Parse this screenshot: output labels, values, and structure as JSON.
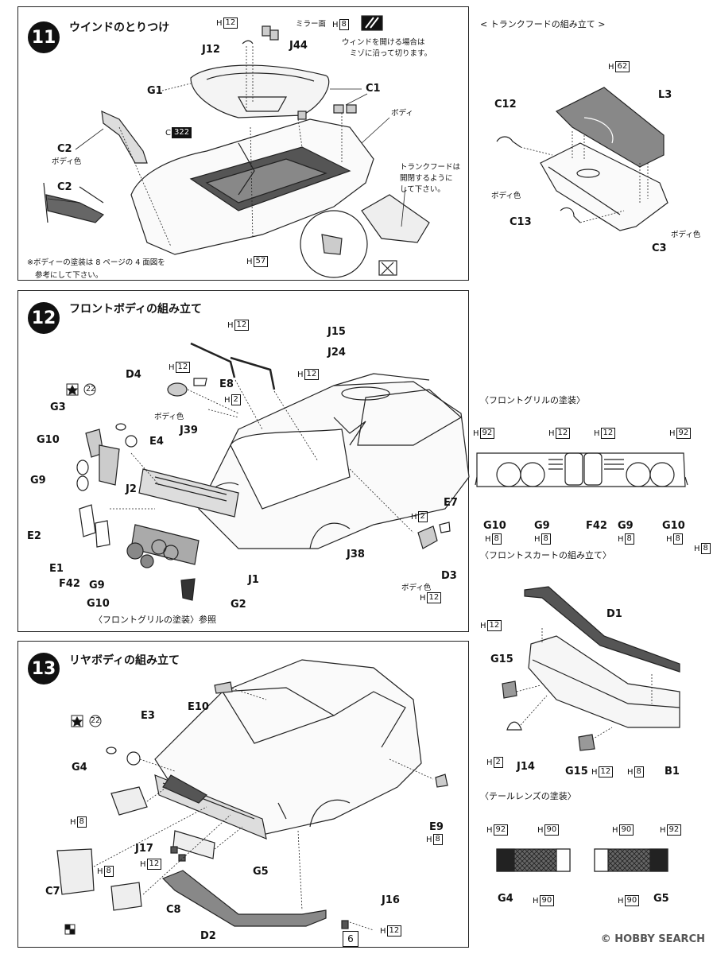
{
  "step11": {
    "num": "11",
    "title": "ウインドのとりつけ",
    "notes": {
      "mirror": "ミラー面",
      "window1": "ウィンドを開ける場合は",
      "window2": "ミゾに沿って切ります。",
      "body": "ボディ",
      "trunk1": "トランクフードは",
      "trunk2": "開閉するように",
      "trunk3": "して下さい。",
      "bodycolor": "ボディ色",
      "foot1": "※ボディーの塗装は 8 ページの 4 面図を",
      "foot2": "参考にして下さい。"
    },
    "labels": {
      "J12": "J12",
      "J44": "J44",
      "G1": "G1",
      "C1": "C1",
      "C2a": "C2",
      "C2b": "C2"
    },
    "paints": {
      "h12": "12",
      "h8": "8",
      "c322": "322",
      "h57": "57",
      "H": "H",
      "C": "C"
    }
  },
  "trunk": {
    "header": "< トランクフードの組み立て >",
    "labels": {
      "C12": "C12",
      "L3": "L3",
      "C13": "C13",
      "C3": "C3"
    },
    "notes": {
      "bodycolor1": "ボディ色",
      "bodycolor2": "ボディ色"
    },
    "paints": {
      "h62": "62"
    }
  },
  "step12": {
    "num": "12",
    "title": "フロントボディの組み立て",
    "labels": {
      "J15": "J15",
      "J24": "J24",
      "D4": "D4",
      "E8": "E8",
      "J39": "J39",
      "E4": "E4",
      "G3": "G3",
      "G10": "G10",
      "G9": "G9",
      "J2": "J2",
      "E2": "E2",
      "E1": "E1",
      "F42": "F42",
      "G9b": "G9",
      "G10b": "G10",
      "J1": "J1",
      "G2": "G2",
      "E7": "E7",
      "J38": "J38",
      "D3": "D3"
    },
    "notes": {
      "bodycolor1": "ボディ色",
      "bodycolor2": "ボディ色",
      "ref": "〈フロントグリルの塗装〉参照",
      "star22": "22"
    },
    "paints": {
      "h12": "12",
      "h2": "2"
    }
  },
  "grille": {
    "header": "〈フロントグリルの塗装〉",
    "labels": {
      "G10": "G10",
      "G9": "G9",
      "F42": "F42",
      "G9b": "G9",
      "G10b": "G10"
    },
    "paints": {
      "h92": "92",
      "h12": "12",
      "h8": "8"
    }
  },
  "skirt": {
    "header": "〈フロントスカートの組み立て〉",
    "labels": {
      "D1": "D1",
      "G15": "G15",
      "J14": "J14",
      "G15b": "G15",
      "B1": "B1"
    },
    "paints": {
      "h12": "12",
      "h2": "2",
      "h8": "8"
    }
  },
  "step13": {
    "num": "13",
    "title": "リヤボディの組み立て",
    "labels": {
      "E10": "E10",
      "E3": "E3",
      "G4": "G4",
      "J17": "J17",
      "G5": "G5",
      "C7": "C7",
      "C8": "C8",
      "D2": "D2",
      "J16": "J16",
      "E9": "E9"
    },
    "notes": {
      "star22": "22"
    },
    "paints": {
      "h8": "8",
      "h12": "12"
    }
  },
  "tail": {
    "header": "〈テールレンズの塗装〉",
    "labels": {
      "G4": "G4",
      "G5": "G5"
    },
    "paints": {
      "h92": "92",
      "h90": "90"
    }
  },
  "footer": {
    "page": "6",
    "watermark": "© HOBBY SEARCH"
  }
}
